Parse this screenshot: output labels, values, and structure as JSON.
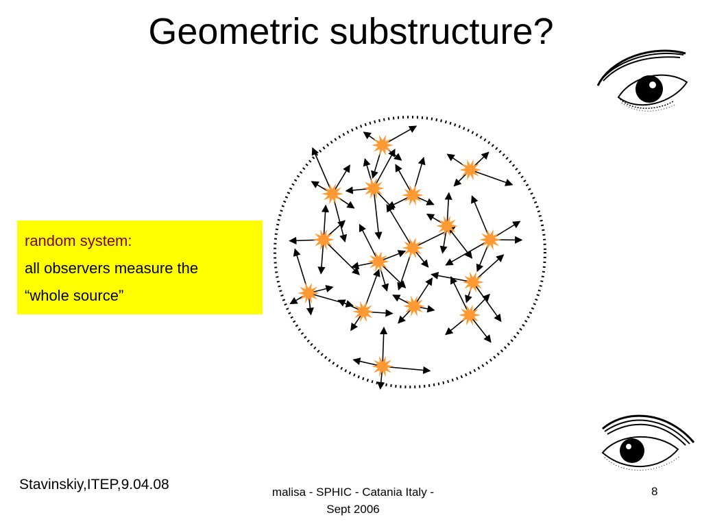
{
  "slide": {
    "title": "Geometric substructure?",
    "callout": {
      "line1": "random system:",
      "line2": "all observers measure the",
      "line3": "“whole source”"
    },
    "footer_left": "Stavinskiy,ITEP,9.04.08",
    "footer_center_line1": "malisa - SPHIC - Catania Italy -",
    "footer_center_line2": "Sept 2006",
    "page_number": "8"
  },
  "colors": {
    "callout_background": "#ffff00",
    "callout_accent_text": "#800000",
    "source_star": "#ff9933"
  },
  "icons": [
    "eye-icon-top",
    "eye-icon-bottom"
  ]
}
